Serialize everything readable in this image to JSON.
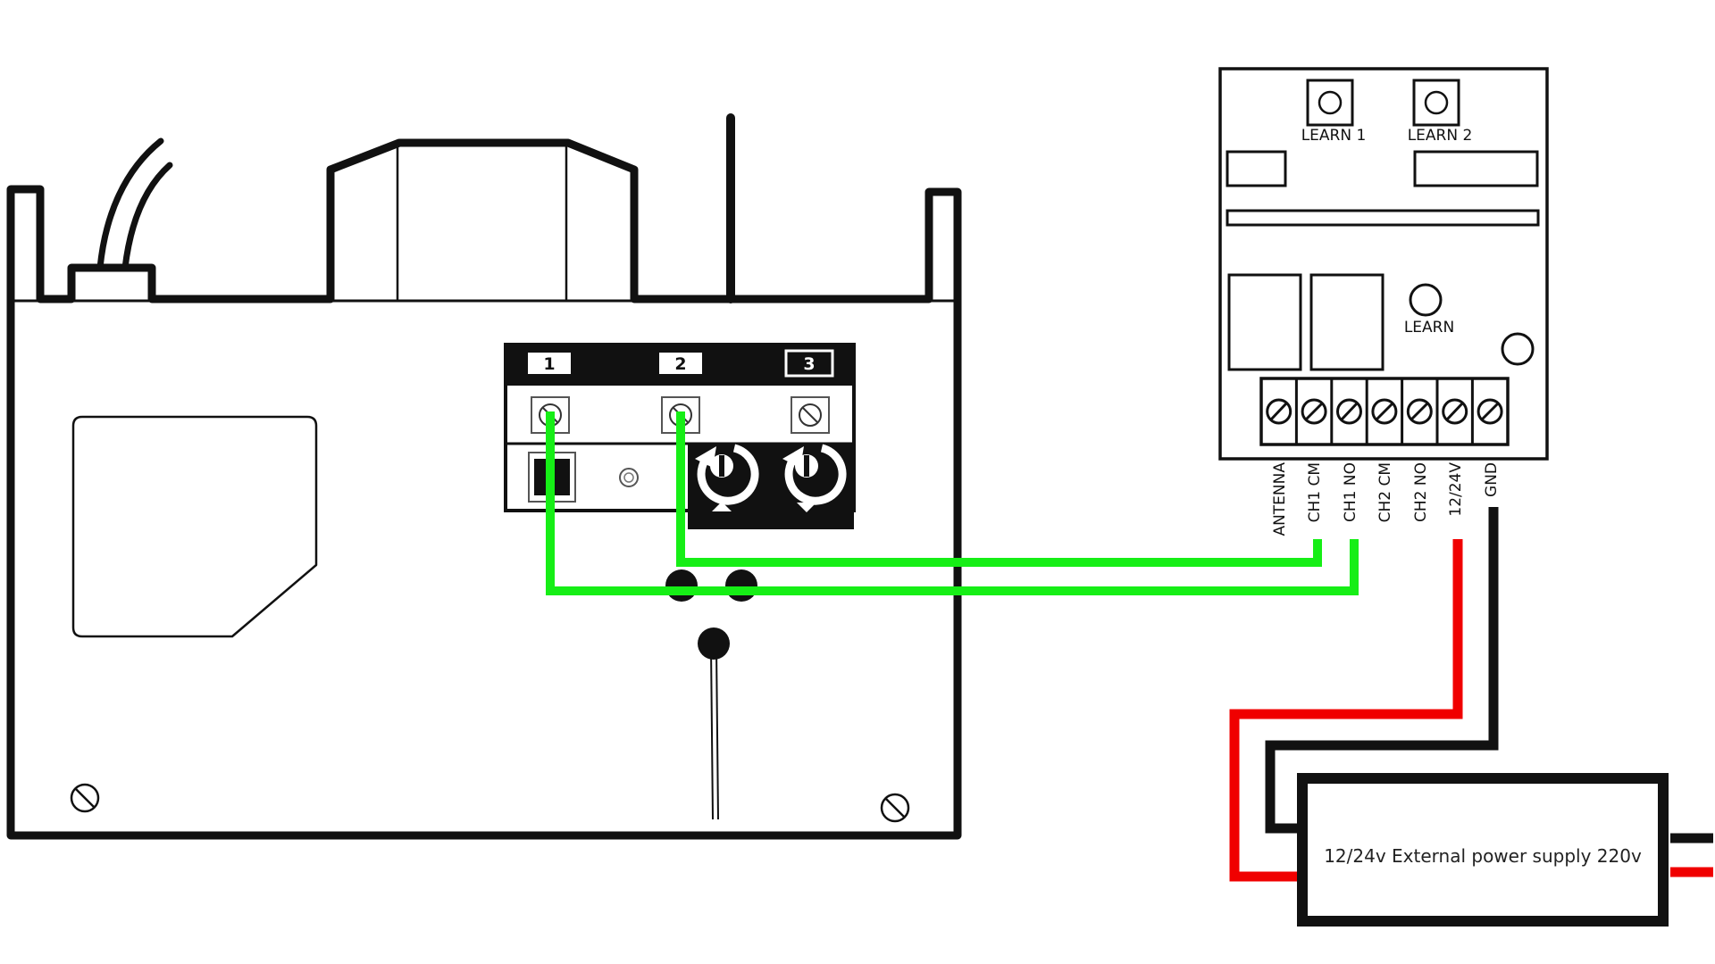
{
  "colors": {
    "outline": "#111111",
    "green_wire": "#16ee16",
    "red_wire": "#f00000",
    "black_wire": "#111111",
    "background": "#ffffff"
  },
  "opener": {
    "terminals": [
      "1",
      "2",
      "3"
    ]
  },
  "receiver": {
    "buttons": [
      "LEARN 1",
      "LEARN 2"
    ],
    "learn_label": "LEARN",
    "terminals": [
      "ANTENNA",
      "CH1 CM",
      "CH1 NO",
      "CH2 CM",
      "CH2 NO",
      "12/24V",
      "GND"
    ]
  },
  "power_supply": {
    "label": "12/24v External power supply 220v"
  }
}
